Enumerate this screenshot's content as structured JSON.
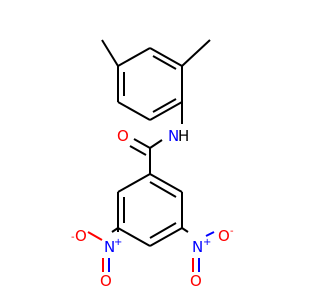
{
  "atoms": {
    "amide_nitrogen": "N",
    "amide_hydrogen": "H",
    "carbonyl_oxygen": "O",
    "nitro_left_oxygen_outer": "O",
    "nitro_left_oxygen_charge": "-",
    "nitro_left_nitrogen": "N",
    "nitro_left_nitrogen_charge": "+",
    "nitro_left_oxygen_double": "O",
    "nitro_right_nitrogen": "N",
    "nitro_right_nitrogen_charge": "+",
    "nitro_right_oxygen_outer": "O",
    "nitro_right_oxygen_charge": "-",
    "nitro_right_oxygen_double": "O"
  },
  "colors": {
    "carbon_bond": "#000000",
    "oxygen": "#ff0000",
    "nitrogen": "#0000ff",
    "background": "#ffffff"
  }
}
